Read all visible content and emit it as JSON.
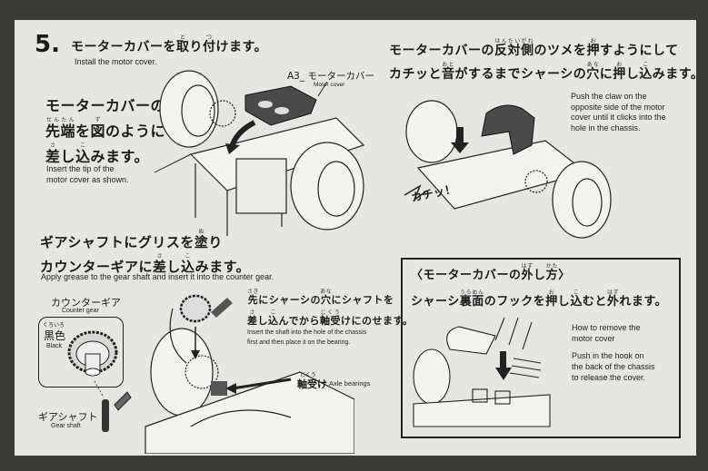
{
  "step": {
    "number": "5.",
    "title": [
      {
        "t": "モーターカバーを"
      },
      {
        "t": "取",
        "r": "と"
      },
      {
        "t": "り"
      },
      {
        "t": "付",
        "r": "つ"
      },
      {
        "t": "けます。"
      }
    ],
    "subtitle": "Install the motor cover."
  },
  "part_label": {
    "code": "A3_ モーターカバー",
    "english": "Motor cover"
  },
  "insert_tip": {
    "lines": [
      [
        {
          "t": "モーターカバーの"
        }
      ],
      [
        {
          "t": "先端",
          "r": "せんたん"
        },
        {
          "t": "を"
        },
        {
          "t": "図",
          "r": "ず"
        },
        {
          "t": "のように"
        }
      ],
      [
        {
          "t": "差",
          "r": "さ"
        },
        {
          "t": "し"
        },
        {
          "t": "込",
          "r": "こ"
        },
        {
          "t": "みます。"
        }
      ]
    ],
    "english": [
      "Insert the tip of the",
      "motor cover as shown."
    ]
  },
  "push_claw": {
    "lines": [
      [
        {
          "t": "モーターカバーの"
        },
        {
          "t": "反対側",
          "r": "はんたいがわ"
        },
        {
          "t": "のツメを"
        },
        {
          "t": "押",
          "r": "お"
        },
        {
          "t": "すようにして"
        }
      ],
      [
        {
          "t": "カチッと"
        },
        {
          "t": "音",
          "r": "おと"
        },
        {
          "t": "がするまでシャーシの"
        },
        {
          "t": "穴",
          "r": "あな"
        },
        {
          "t": "に"
        },
        {
          "t": "押",
          "r": "お"
        },
        {
          "t": "し"
        },
        {
          "t": "込",
          "r": "こ"
        },
        {
          "t": "みます。"
        }
      ]
    ],
    "english": [
      "Push the claw on the",
      "opposite side of the motor",
      "cover until it clicks into the",
      "hole in the chassis."
    ],
    "sound": "カチッ！"
  },
  "grease": {
    "lines": [
      [
        {
          "t": "ギアシャフトにグリスを"
        },
        {
          "t": "塗",
          "r": "ぬ"
        },
        {
          "t": "り"
        }
      ],
      [
        {
          "t": "カウンターギアに"
        },
        {
          "t": "差",
          "r": "さ"
        },
        {
          "t": "し"
        },
        {
          "t": "込",
          "r": "こ"
        },
        {
          "t": "みます。"
        }
      ]
    ],
    "english": "Apply grease to the gear shaft and insert it into the counter gear.",
    "counter_gear": {
      "label": "カウンターギア",
      "english": "Counter gear",
      "color_jp": "黒色",
      "color_ruby": "くろいろ",
      "color_en": "Black"
    },
    "gear_shaft": {
      "label": "ギアシャフト",
      "english": "Gear shaft"
    },
    "shaft_note": {
      "lines": [
        [
          {
            "t": "先",
            "r": "さき"
          },
          {
            "t": "にシャーシの"
          },
          {
            "t": "穴",
            "r": "あな"
          },
          {
            "t": "にシャフトを"
          }
        ],
        [
          {
            "t": "差",
            "r": "さ"
          },
          {
            "t": "し"
          },
          {
            "t": "込",
            "r": "こ"
          },
          {
            "t": "んでから"
          },
          {
            "t": "軸受",
            "r": "じくう"
          },
          {
            "t": "けにのせます。"
          }
        ]
      ],
      "english": [
        "Insert the shaft into the hole of the chassis",
        "first and then place it on the bearing."
      ]
    },
    "bearing": {
      "label": "軸受け",
      "ruby": "じくう",
      "english": "Axle bearings"
    }
  },
  "removal": {
    "heading": [
      {
        "t": "〈モーターカバーの"
      },
      {
        "t": "外",
        "r": "はず"
      },
      {
        "t": "し"
      },
      {
        "t": "方",
        "r": "かた"
      },
      {
        "t": "〉"
      }
    ],
    "line": [
      {
        "t": "シャーシ"
      },
      {
        "t": "裏面",
        "r": "うらめん"
      },
      {
        "t": "のフックを"
      },
      {
        "t": "押",
        "r": "お"
      },
      {
        "t": "し"
      },
      {
        "t": "込",
        "r": "こ"
      },
      {
        "t": "むと"
      },
      {
        "t": "外",
        "r": "はず"
      },
      {
        "t": "れます。"
      }
    ],
    "english_title": [
      "How to remove the",
      "motor cover"
    ],
    "english_body": [
      "Push in the hook on",
      "the back of the chassis",
      "to release the cover."
    ]
  }
}
